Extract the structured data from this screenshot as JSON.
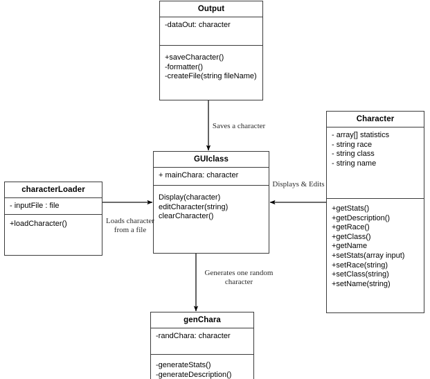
{
  "diagram": {
    "type": "uml-class-diagram",
    "line_color": "#3a3a3a",
    "text_color": "#000000",
    "label_color": "#2b2b2b",
    "background": "#ffffff"
  },
  "classes": {
    "output": {
      "name": "Output",
      "attributes": "-dataOut: character",
      "methods": "+saveCharacter()\n-formatter()\n-createFile(string fileName)"
    },
    "guiclass": {
      "name": "GUIclass",
      "attributes": "+ mainChara: character",
      "methods": "Display(character)\neditCharacter(string)\nclearCharacter()"
    },
    "character_loader": {
      "name": "characterLoader",
      "attributes": "- inputFile : file",
      "methods": "+loadCharacter()"
    },
    "character": {
      "name": "Character",
      "attributes": "- array[] statistics\n- string race\n- string class\n- string name",
      "methods": "+getStats()\n+getDescription()\n+getRace()\n+getClass()\n+getName\n+setStats(array input)\n+setRace(string)\n+setClass(string)\n+setName(string)"
    },
    "gen_chara": {
      "name": "genChara",
      "attributes": "-randChara: character",
      "methods": "-generateStats()\n-generateDescription()"
    }
  },
  "connectors": [
    {
      "id": "saves",
      "label": "Saves a\ncharacter",
      "from": "output",
      "to": "guiclass"
    },
    {
      "id": "displays",
      "label": "Displays &\nEdits",
      "from": "character",
      "to": "guiclass"
    },
    {
      "id": "loads",
      "label": "Loads character\nfrom a file",
      "from": "character_loader",
      "to": "guiclass"
    },
    {
      "id": "generates",
      "label": "Generates one random\ncharacter",
      "from": "guiclass",
      "to": "gen_chara"
    }
  ]
}
